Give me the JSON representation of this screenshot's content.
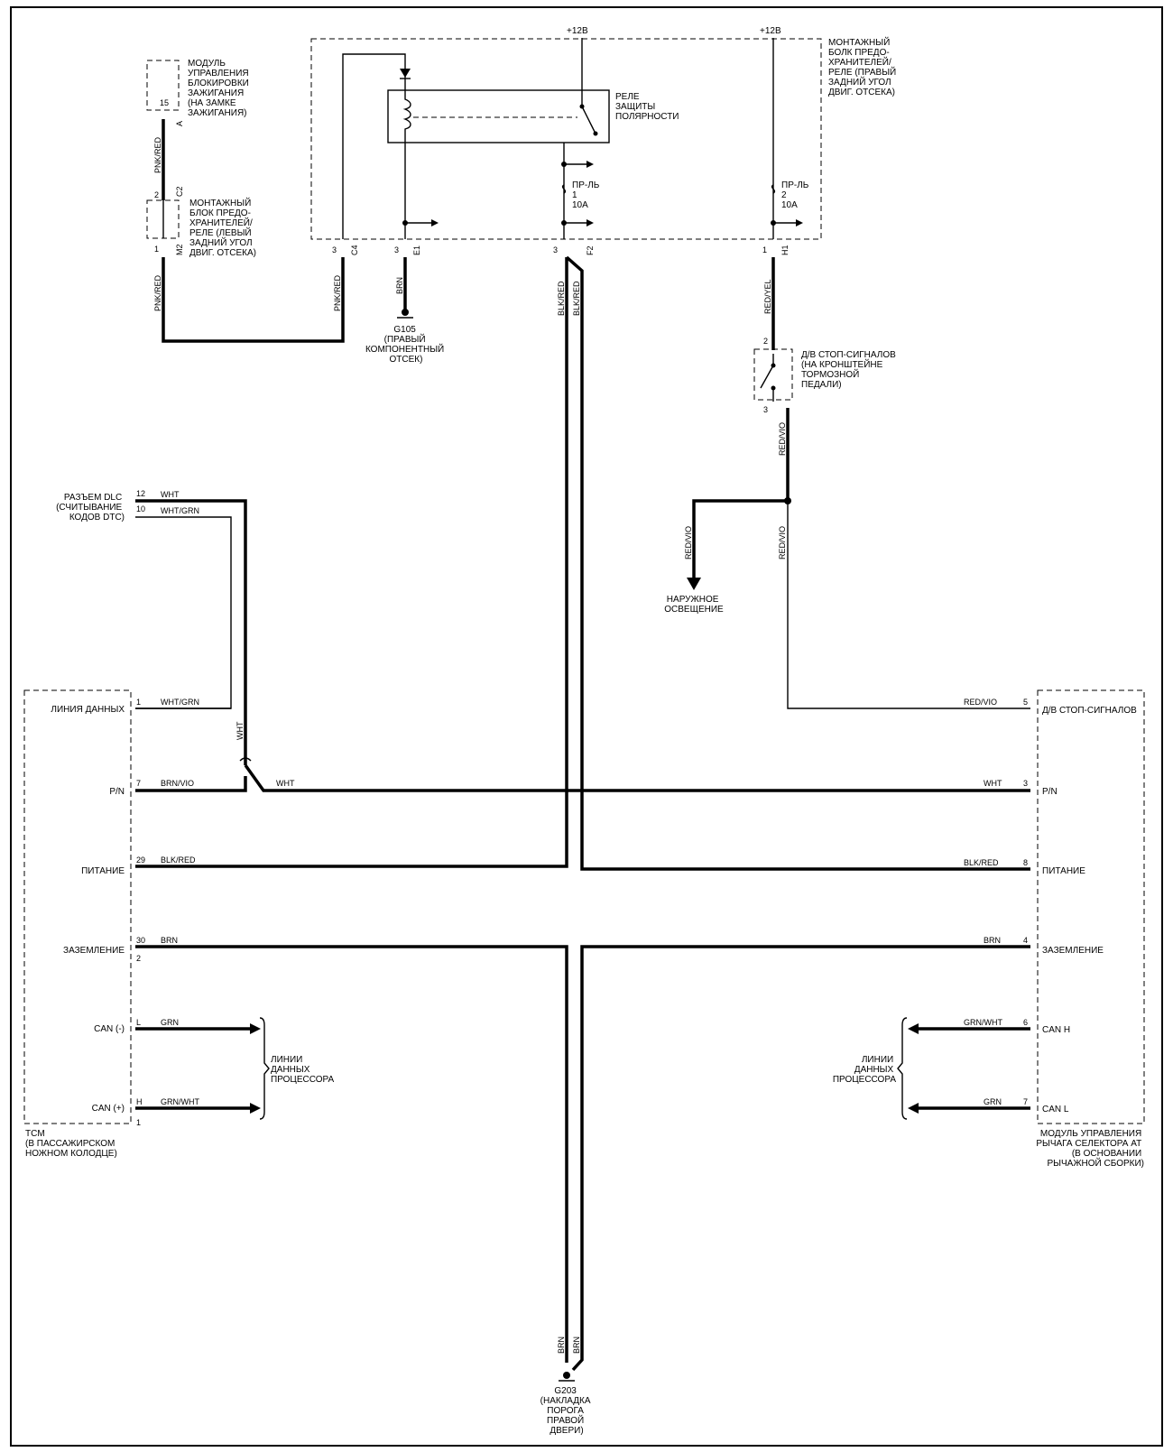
{
  "power": {
    "plus12_left": "+12В",
    "plus12_right": "+12В"
  },
  "components": {
    "ignition_module": {
      "pin": "15",
      "conn": "A",
      "lines": [
        "МОДУЛЬ",
        "УПРАВЛЕНИЯ",
        "БЛОКИРОВКИ",
        "ЗАЖИГАНИЯ",
        "(НА ЗАМКЕ",
        "ЗАЖИГАНИЯ)"
      ]
    },
    "left_fuse_block": {
      "pin_top": "2",
      "conn_top": "C2",
      "pin_bottom": "1",
      "conn_bottom": "M2",
      "lines": [
        "МОНТАЖНЫЙ",
        "БЛОК ПРЕДО-",
        "ХРАНИТЕЛЕЙ/",
        "РЕЛЕ (ЛЕВЫЙ",
        "ЗАДНИЙ УГОЛ",
        "ДВИГ. ОТСЕКА)"
      ]
    },
    "right_fuse_block": {
      "lines": [
        "МОНТАЖНЫЙ",
        "БОЛК ПРЕДО-",
        "ХРАНИТЕЛЕЙ/",
        "РЕЛЕ (ПРАВЫЙ",
        "ЗАДНИЙ УГОЛ",
        "ДВИГ. ОТСЕКА)"
      ]
    },
    "relay": {
      "lines": [
        "РЕЛЕ",
        "ЗАЩИТЫ",
        "ПОЛЯРНОСТИ"
      ]
    },
    "fuse1": {
      "lines": [
        "ПР-ЛЬ",
        "1",
        "10А"
      ]
    },
    "fuse2": {
      "lines": [
        "ПР-ЛЬ",
        "2",
        "10А"
      ]
    },
    "block_pins": [
      {
        "pin": "3",
        "conn": "C4"
      },
      {
        "pin": "3",
        "conn": "E1"
      },
      {
        "pin": "3",
        "conn": "F2"
      },
      {
        "pin": "1",
        "conn": "H1"
      }
    ],
    "g105": {
      "lines": [
        "G105",
        "(ПРАВЫЙ",
        "КОМПОНЕНТНЫЙ",
        "ОТСЕК)"
      ]
    },
    "brake_switch": {
      "pin_top": "2",
      "pin_bottom": "3",
      "lines": [
        "Д/В СТОП-СИГНАЛОВ",
        "(НА КРОНШТЕЙНЕ",
        "ТОРМОЗНОЙ",
        "ПЕДАЛИ)"
      ]
    },
    "dlc": {
      "pin_wht": "12",
      "pin_whtgrn": "10",
      "lines": [
        "РАЗЪЕМ DLC",
        "(СЧИТЫВАНИЕ",
        "КОДОВ DTC)"
      ]
    },
    "exterior_lights": {
      "lines": [
        "НАРУЖНОЕ",
        "ОСВЕЩЕНИЕ"
      ]
    },
    "tcm": {
      "lines": [
        "TCM",
        "(В ПАССАЖИРСКОМ",
        "НОЖНОМ КОЛОДЦЕ)"
      ],
      "pins": [
        {
          "label": "ЛИНИЯ ДАННЫХ",
          "pin": "1"
        },
        {
          "label": "P/N",
          "pin": "7"
        },
        {
          "label": "ПИТАНИЕ",
          "pin": "29"
        },
        {
          "label": "ЗАЗЕМЛЕНИЕ",
          "pin": "30"
        },
        {
          "label": "CAN (-)",
          "pin": "L"
        },
        {
          "label": "CAN (+)",
          "pin": "H"
        }
      ],
      "conn_gnd": "2",
      "conn_can": "1"
    },
    "selector_module": {
      "lines": [
        "МОДУЛЬ УПРАВЛЕНИЯ",
        "РЫЧАГА СЕЛЕКТОРА АТ",
        "(В ОСНОВАНИИ",
        "РЫЧАЖНОЙ СБОРКИ)"
      ],
      "pins": [
        {
          "label": "Д/В СТОП-СИГНАЛОВ",
          "pin": "5"
        },
        {
          "label": "P/N",
          "pin": "3"
        },
        {
          "label": "ПИТАНИЕ",
          "pin": "8"
        },
        {
          "label": "ЗАЗЕМЛЕНИЕ",
          "pin": "4"
        },
        {
          "label": "CAN H",
          "pin": "6"
        },
        {
          "label": "CAN L",
          "pin": "7"
        }
      ]
    },
    "proc_left": {
      "lines": [
        "ЛИНИИ",
        "ДАННЫХ",
        "ПРОЦЕССОРА"
      ]
    },
    "proc_right": {
      "lines": [
        "ЛИНИИ",
        "ДАННЫХ",
        "ПРОЦЕССОРА"
      ]
    },
    "g203": {
      "lines": [
        "G203",
        "(НАКЛАДКА",
        "ПОРОГА",
        "ПРАВОЙ",
        "ДВЕРИ)"
      ]
    }
  },
  "wires": {
    "pnk_red": "PNK/RED",
    "brn": "BRN",
    "blk_red": "BLK/RED",
    "red_yel": "RED/YEL",
    "red_vio": "RED/VIO",
    "wht": "WHT",
    "wht_grn": "WHT/GRN",
    "brn_vio": "BRN/VIO",
    "grn": "GRN",
    "grn_wht": "GRN/WHT"
  }
}
